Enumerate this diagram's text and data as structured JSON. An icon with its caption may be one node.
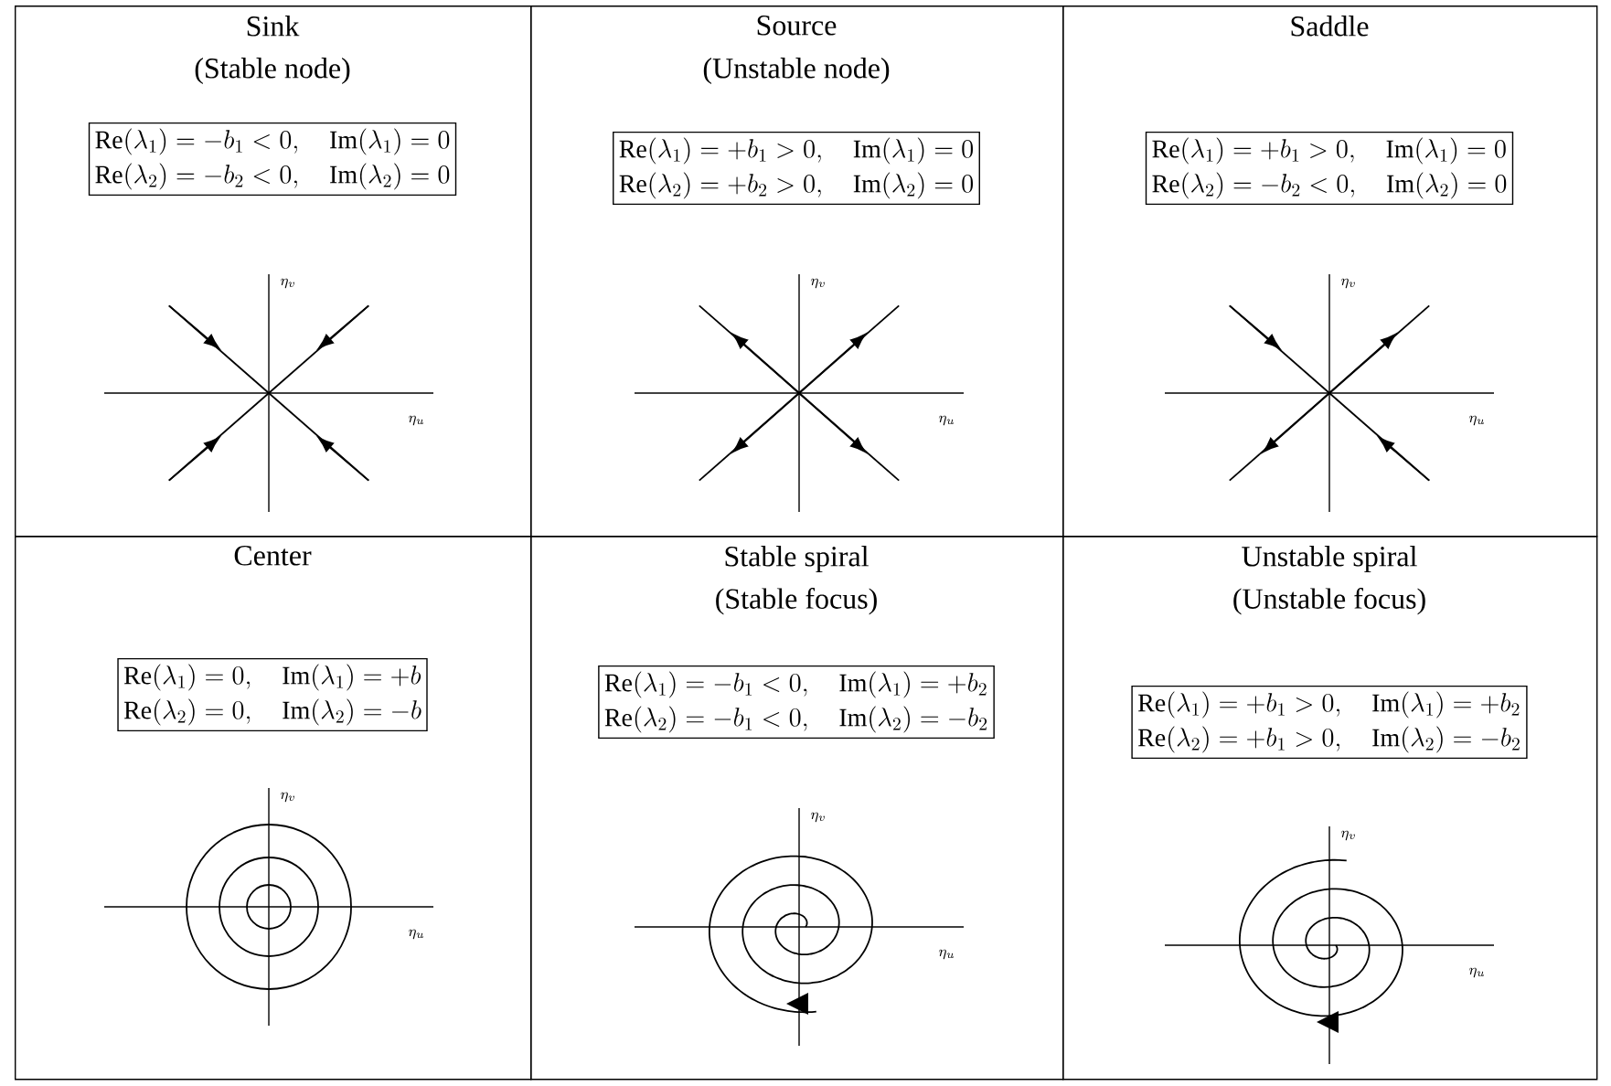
{
  "diagram": {
    "nodes": [
      {
        "text": [
          "Sink",
          "(Stable node)"
        ]
      },
      {
        "text": [
          "\\mathrm{Re}(\\lambda_1) = -b_1 < 0,\\quad \\mathrm{Im}(\\lambda_1) = 0",
          "\\mathrm{Re}(\\lambda_2) = -b_2 < 0,\\quad \\mathrm{Im}(\\lambda_2) = 0"
        ],
        "in": 0
      },
      {
        "text": [
          "Source",
          "(Unstable node)"
        ]
      },
      {
        "text": [
          "\\mathrm{Re}(\\lambda_1) = +b_1 > 0,\\quad \\mathrm{Im}(\\lambda_1) = 0",
          "\\mathrm{Re}(\\lambda_2) = +b_2 > 0,\\quad \\mathrm{Im}(\\lambda_2) = 0"
        ],
        "in": 2
      },
      {
        "text": [
          "Saddle"
        ]
      },
      {
        "text": [
          "\\mathrm{Re}(\\lambda_1) = +b_1 > 0,\\quad \\mathrm{Im}(\\lambda_1) = 0",
          "\\mathrm{Re}(\\lambda_2) = -b_2 < 0,\\quad \\mathrm{Im}(\\lambda_2) = 0"
        ],
        "in": 4
      },
      {
        "text": [
          "Center"
        ]
      },
      {
        "text": [
          "\\mathrm{Re}(\\lambda_1) = 0,\\quad \\mathrm{Im}(\\lambda_1) = +b",
          "\\mathrm{Re}(\\lambda_2) = 0,\\quad \\mathrm{Im}(\\lambda_2) = -b"
        ],
        "in": 6
      },
      {
        "text": [
          "Stable spiral",
          "(Stable focus)"
        ]
      },
      {
        "text": [
          "\\mathrm{Re}(\\lambda_1) = -b_1 < 0,\\quad \\mathrm{Im}(\\lambda_1) = +b_2",
          "\\mathrm{Re}(\\lambda_2) = -b_1 < 0,\\quad \\mathrm{Im}(\\lambda_2) = -b_2"
        ],
        "in": 8
      },
      {
        "text": [
          "Unstable spiral",
          "(Unstable focus)"
        ]
      },
      {
        "text": [
          "\\mathrm{Re}(\\lambda_1) = +b_1 > 0,\\quad \\mathrm{Im}(\\lambda_1) = +b_2",
          "\\mathrm{Re}(\\lambda_2) = +b_1 > 0,\\quad \\mathrm{Im}(\\lambda_2) = -b_2"
        ],
        "in": 10
      }
    ],
    "labels": [
      "\\eta_v",
      "\\eta_u",
      "\\eta_v",
      "\\eta_u",
      "\\eta_v",
      "\\eta_u",
      "\\eta_v",
      "\\eta_u",
      "\\eta_v",
      "\\eta_u",
      "\\eta_v",
      "\\eta_u"
    ]
  }
}
